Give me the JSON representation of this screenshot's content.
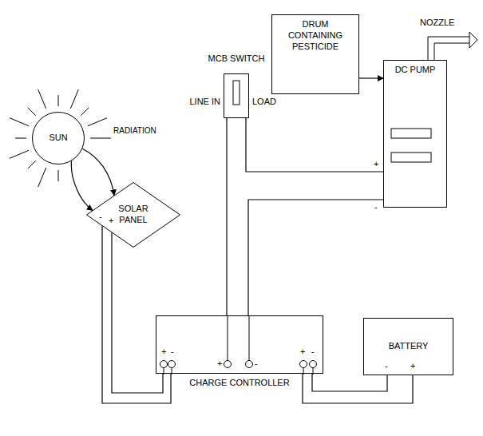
{
  "diagram": {
    "nodes": [
      {
        "text": [
          "SUN"
        ]
      },
      {
        "text": [
          "SOLAR PANEL"
        ]
      },
      {
        "text": [
          "MCB SWITCH"
        ]
      },
      {
        "text": [
          "DRUM CONTAINING PESTICIDE"
        ]
      },
      {
        "text": [
          "DC PUMP"
        ]
      },
      {
        "text": [
          "CHARGE CONTROLLER"
        ]
      },
      {
        "text": [
          "BATTERY"
        ]
      }
    ],
    "edges": [
      {
        "from": 0,
        "to": 1,
        "arrow": "to",
        "label": "RADIATION"
      },
      {
        "from": 0,
        "to": 1,
        "arrow": "to"
      },
      {
        "from": 1,
        "to": 5,
        "arrow": "none"
      },
      {
        "from": 1,
        "to": 5,
        "arrow": "none"
      },
      {
        "from": 5,
        "to": 2,
        "arrow": "none"
      },
      {
        "from": 2,
        "to": 4,
        "arrow": "none"
      },
      {
        "from": 5,
        "to": 4,
        "arrow": "none"
      },
      {
        "from": 5,
        "to": 6,
        "arrow": "none"
      },
      {
        "from": 5,
        "to": 6,
        "arrow": "none"
      },
      {
        "from": 3,
        "to": 4,
        "arrow": "to"
      }
    ],
    "labels": [
      "LINE IN",
      "LOAD",
      "NOZZLE",
      "-",
      "+",
      "+",
      "-",
      "+",
      "-",
      "+",
      "-",
      "-",
      "+",
      "+",
      "-"
    ]
  }
}
